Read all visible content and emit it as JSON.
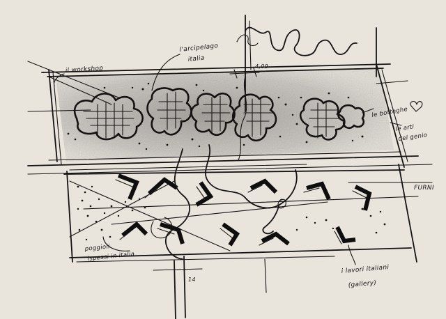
{
  "sketch": {
    "labels": {
      "top_left": "il workshop",
      "archipelago_line1": "l'arcipelago",
      "archipelago_line2": "italia",
      "right_mid": "le botteghe",
      "right_lower_line1": "le arti",
      "right_lower_line2": "del genio",
      "far_right": "FURNI",
      "bottom_left_line1": "poggioli",
      "bottom_left_line2": "ispessi in italia",
      "bottom_right_line1": "i lavori italiani",
      "bottom_right_line2": "(gallery)",
      "dimension_top": "4,00",
      "dimension_bottom": "14"
    }
  },
  "colors": {
    "paper": "#e9e4dc",
    "ink": "#151312",
    "shading": "#8d8985"
  }
}
